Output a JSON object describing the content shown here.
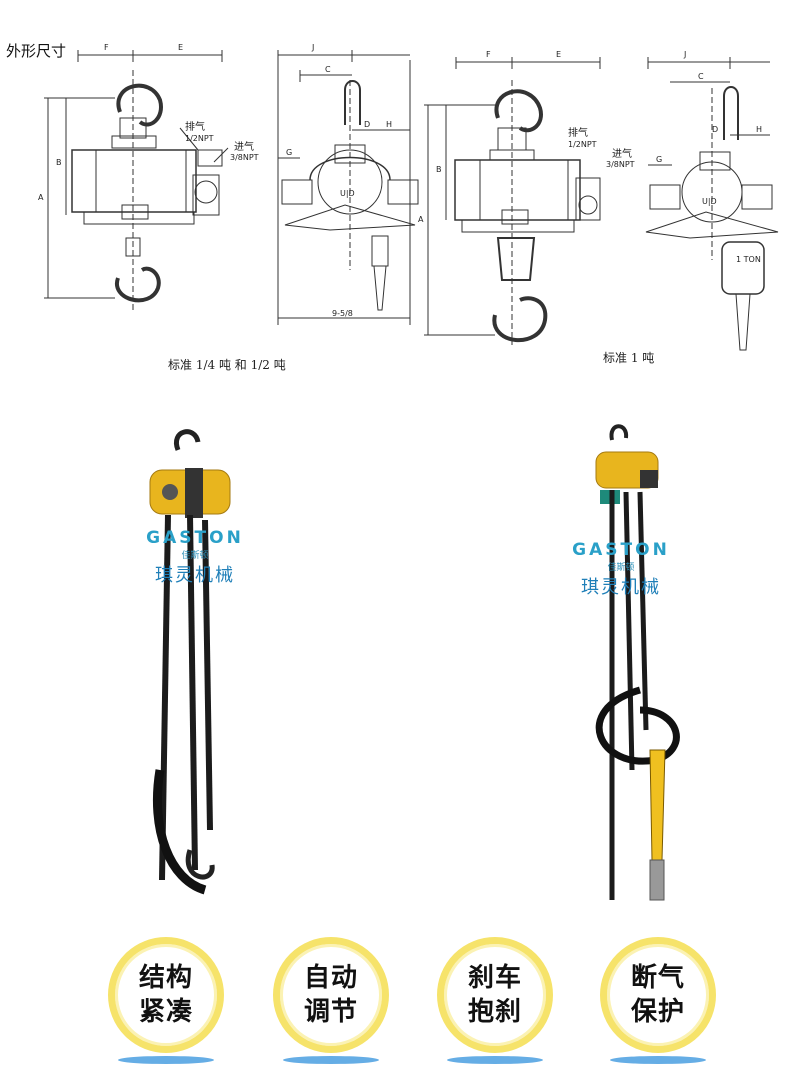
{
  "drawing": {
    "title": "外形尺寸",
    "dims": {
      "F": "F",
      "E": "E",
      "J": "J",
      "C": "C",
      "D": "D",
      "H": "H",
      "G": "G",
      "A": "A",
      "B": "B",
      "UD": "U|D",
      "width_label": "9-5/8",
      "ton": "1\nTON"
    },
    "exhaust_label": "排气",
    "exhaust_npt": "1/2NPT",
    "intake_label": "进气",
    "intake_npt": "3/8NPT",
    "caption_left": "标准 1/4 吨 和 1/2 吨",
    "caption_right": "标准 1 吨"
  },
  "watermark": {
    "brand": "GASTON",
    "small": "佳斯顿",
    "name": "琪灵机械"
  },
  "features": [
    {
      "line1": "结构",
      "line2": "紧凑"
    },
    {
      "line1": "自动",
      "line2": "调节"
    },
    {
      "line1": "刹车",
      "line2": "抱刹"
    },
    {
      "line1": "断气",
      "line2": "保护"
    }
  ],
  "colors": {
    "hoist_yellow": "#e8b51e",
    "ring_yellow": "#f6e36a",
    "shadow_blue": "#4a9fe0",
    "brand_blue": "#2aa0c8"
  }
}
